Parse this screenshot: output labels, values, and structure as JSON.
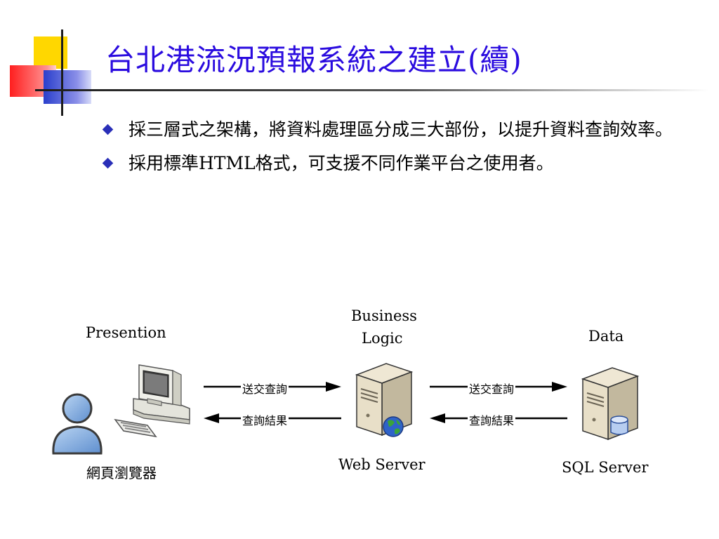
{
  "title": "台北港流況預報系統之建立(續)",
  "bullets": [
    "採三層式之架構，將資料處理區分成三大部份，以提升資料查詢效率。",
    "採用標準HTML格式，可支援不同作業平台之使用者。"
  ],
  "diagram": {
    "tiers": {
      "presentation": {
        "heading": "Presention",
        "caption": "網頁瀏覽器"
      },
      "business": {
        "heading_line1": "Business",
        "heading_line2": "Logic",
        "caption": "Web Server"
      },
      "data": {
        "heading": "Data",
        "caption": "SQL Server"
      }
    },
    "arrows": {
      "left_request": "送交查詢",
      "left_result": "查詢結果",
      "right_request": "送交查詢",
      "right_result": "查詢結果"
    }
  }
}
